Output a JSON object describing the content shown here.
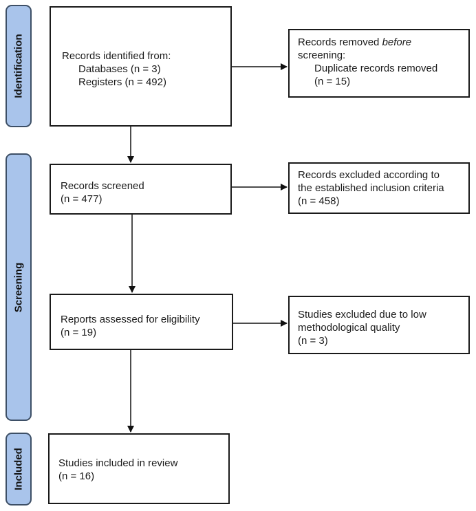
{
  "phases": {
    "identification": "Identification",
    "screening": "Screening",
    "included": "Included"
  },
  "boxes": {
    "identified": {
      "heading": "Records identified from:",
      "databases": "Databases (n = 3)",
      "registers": "Registers (n = 492)"
    },
    "removed": {
      "line1_prefix": "Records removed ",
      "line1_emph": "before",
      "line2": "screening:",
      "line3": "Duplicate records removed",
      "line4": "(n = 15)"
    },
    "screened": {
      "line1": "Records screened",
      "line2": "(n = 477)"
    },
    "excluded": {
      "line1": "Records excluded according to",
      "line2": "the established inclusion criteria",
      "line3": "(n = 458)"
    },
    "assessed": {
      "line1": "Reports assessed for eligibility",
      "line2": "(n = 19)"
    },
    "quality_excluded": {
      "line1": "Studies excluded due to low",
      "line2": "methodological quality",
      "line3": "(n = 3)"
    },
    "included": {
      "line1": "Studies included in review",
      "line2": "(n = 16)"
    }
  }
}
